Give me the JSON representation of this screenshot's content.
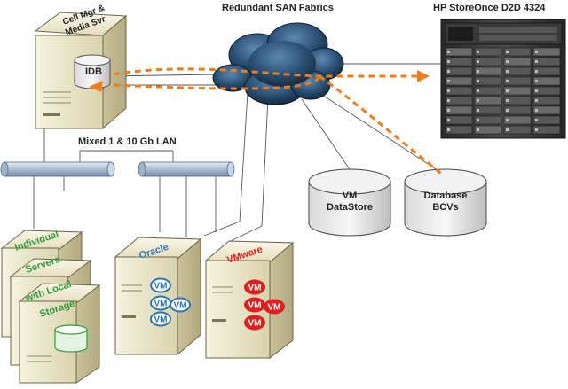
{
  "titles": {
    "san": "Redundant SAN Fabrics",
    "storeonce": "HP StoreOnce D2D 4324",
    "lan": "Mixed 1 & 10 Gb LAN"
  },
  "cell_manager": {
    "line1": "Cell Mgr &",
    "line2": "Media Svr",
    "idb": "IDB"
  },
  "datastores": {
    "vm": {
      "line1": "VM",
      "line2": "DataStore"
    },
    "db": {
      "line1": "Database",
      "line2": "BCVs"
    }
  },
  "servers": {
    "individual": {
      "line1": "Individual",
      "line2": "Servers",
      "line3": "with Local",
      "line4": "Storage"
    },
    "oracle": {
      "label": "Oracle",
      "vm": "VM"
    },
    "vmware": {
      "label": "VMware",
      "vm": "VM"
    }
  },
  "colors": {
    "data_flow": "#ee7d1d",
    "oracle_text": "#2e74b5",
    "vmware_text": "#e02020",
    "individual_text": "#2e9b3a",
    "server_body": "#e9e4c4",
    "cloud": "#27496a"
  },
  "icons": {
    "storage": "disk-cylinder-icon",
    "san": "cloud-icon",
    "server": "server-tower-icon"
  }
}
